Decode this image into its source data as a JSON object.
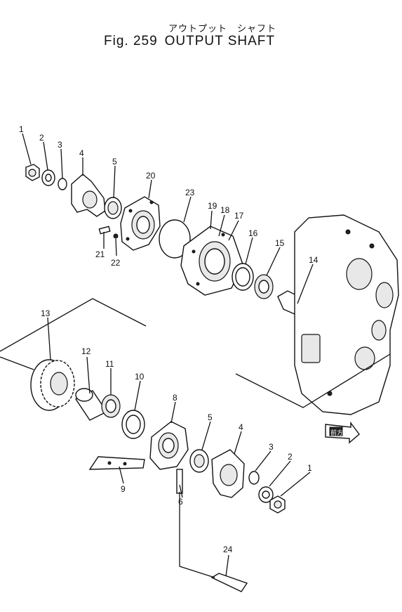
{
  "title": {
    "japanese": "アウトプット　シャフト",
    "figure": "Fig. 259",
    "name": "OUTPUT SHAFT"
  },
  "callouts": [
    "1",
    "2",
    "3",
    "4",
    "5",
    "20",
    "23",
    "19",
    "18",
    "17",
    "16",
    "15",
    "14",
    "21",
    "22",
    "13",
    "12",
    "11",
    "10",
    "8",
    "5",
    "4",
    "3",
    "2",
    "1",
    "9",
    "6",
    "24"
  ],
  "direction_badge": "前方",
  "colors": {
    "line": "#111111",
    "background": "#ffffff"
  }
}
